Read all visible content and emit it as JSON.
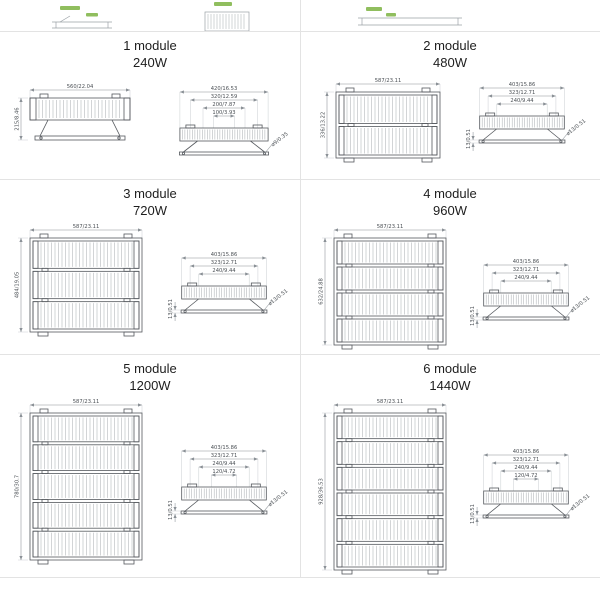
{
  "page": {
    "background": "#ffffff",
    "divider_color": "#e3e3e3",
    "accent_green": "#7cb342",
    "drawing_line_color": "#55595e",
    "dimension_line_color": "#8a9096"
  },
  "cells": [
    {
      "title": "1 module",
      "power": "240W",
      "modules": 1,
      "front": {
        "width": "560/22.04",
        "height": "215/8.46"
      },
      "side": {
        "dims": [
          {
            "label": "420/16.53",
            "mm": 420
          },
          {
            "label": "320/12.59",
            "mm": 320
          },
          {
            "label": "200/7.87",
            "mm": 200
          },
          {
            "label": "100/3.93",
            "mm": 100
          }
        ],
        "thickness": "",
        "hole": "⌀9/0.35"
      }
    },
    {
      "title": "2 module",
      "power": "480W",
      "modules": 2,
      "front": {
        "width": "587/23.11",
        "height": "336/13.22"
      },
      "side": {
        "dims": [
          {
            "label": "403/15.86",
            "mm": 403
          },
          {
            "label": "323/12.71",
            "mm": 323
          },
          {
            "label": "240/9.44",
            "mm": 240
          }
        ],
        "thickness": "13/0.51",
        "hole": "⌀13/0.51"
      }
    },
    {
      "title": "3 module",
      "power": "720W",
      "modules": 3,
      "front": {
        "width": "587/23.11",
        "height": "484/19.05"
      },
      "side": {
        "dims": [
          {
            "label": "403/15.86",
            "mm": 403
          },
          {
            "label": "323/12.71",
            "mm": 323
          },
          {
            "label": "240/9.44",
            "mm": 240
          }
        ],
        "thickness": "13/0.51",
        "hole": "⌀13/0.51"
      }
    },
    {
      "title": "4 module",
      "power": "960W",
      "modules": 4,
      "front": {
        "width": "587/23.11",
        "height": "632/24.88"
      },
      "side": {
        "dims": [
          {
            "label": "403/15.86",
            "mm": 403
          },
          {
            "label": "323/12.71",
            "mm": 323
          },
          {
            "label": "240/9.44",
            "mm": 240
          }
        ],
        "thickness": "13/0.51",
        "hole": "⌀13/0.51"
      }
    },
    {
      "title": "5 module",
      "power": "1200W",
      "modules": 5,
      "front": {
        "width": "587/23.11",
        "height": "780/30.7"
      },
      "side": {
        "dims": [
          {
            "label": "403/15.86",
            "mm": 403
          },
          {
            "label": "323/12.71",
            "mm": 323
          },
          {
            "label": "240/9.44",
            "mm": 240
          },
          {
            "label": "120/4.72",
            "mm": 120
          }
        ],
        "thickness": "13/0.51",
        "hole": "⌀13/0.51"
      }
    },
    {
      "title": "6 module",
      "power": "1440W",
      "modules": 6,
      "front": {
        "width": "587/23.11",
        "height": "928/36.53"
      },
      "side": {
        "dims": [
          {
            "label": "403/15.86",
            "mm": 403
          },
          {
            "label": "323/12.71",
            "mm": 323
          },
          {
            "label": "240/9.44",
            "mm": 240
          },
          {
            "label": "120/4.72",
            "mm": 120
          }
        ],
        "thickness": "13/0.51",
        "hole": "⌀13/0.51"
      }
    }
  ]
}
